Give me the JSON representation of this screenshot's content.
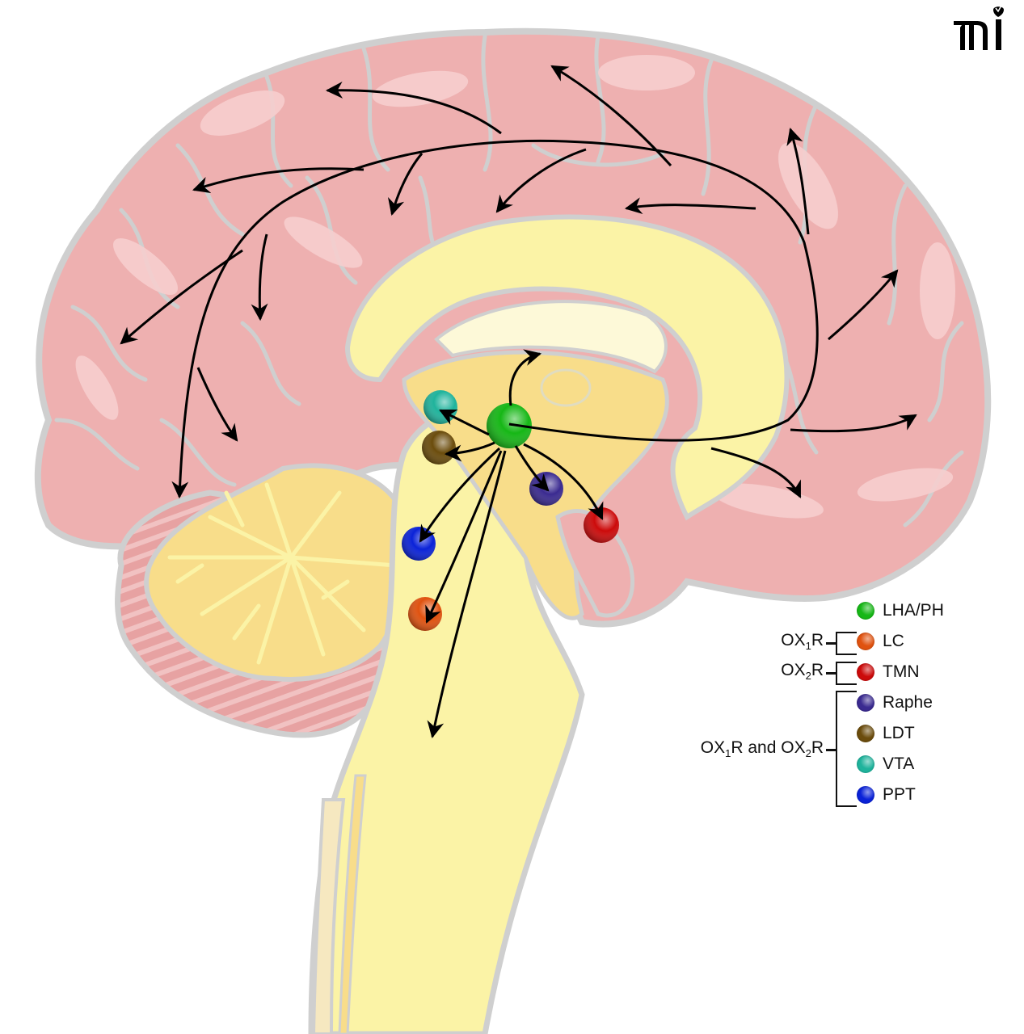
{
  "logo": {
    "text": "mi",
    "icon": "mi-logo-icon"
  },
  "colors": {
    "cortex": "#eeb0b0",
    "cortex_light": "#f6cfcf",
    "cortex_dark": "#e39a9a",
    "outline": "#cfcfcf",
    "white_matter": "#fbf3a6",
    "deep_yellow": "#f8dd8a",
    "arrow": "#000000"
  },
  "nuclei": [
    {
      "id": "LHA/PH",
      "label": "LHA/PH",
      "color": "#16b716",
      "role": "source"
    },
    {
      "id": "LC",
      "label": "LC",
      "color": "#e0520f",
      "role": "target"
    },
    {
      "id": "TMN",
      "label": "TMN",
      "color": "#cc0a0a",
      "role": "target"
    },
    {
      "id": "Raphe",
      "label": "Raphe",
      "color": "#3a2a90",
      "role": "target"
    },
    {
      "id": "LDT",
      "label": "LDT",
      "color": "#6b4c0c",
      "role": "target"
    },
    {
      "id": "VTA",
      "label": "VTA",
      "color": "#1fb39c",
      "role": "target"
    },
    {
      "id": "PPT",
      "label": "PPT",
      "color": "#0a22d8",
      "role": "target"
    }
  ],
  "legend": {
    "items": [
      "LHA/PH",
      "LC",
      "TMN",
      "Raphe",
      "LDT",
      "VTA",
      "PPT"
    ],
    "groups": [
      {
        "prefix": "OX",
        "sub1": "1",
        "suffix": "R",
        "members": [
          "LC"
        ]
      },
      {
        "prefix": "OX",
        "sub1": "2",
        "suffix": "R",
        "members": [
          "TMN"
        ]
      },
      {
        "prefix": "OX",
        "sub1": "1",
        "mid": "R and OX",
        "sub2": "2",
        "suffix": "R",
        "members": [
          "Raphe",
          "LDT",
          "VTA",
          "PPT"
        ]
      }
    ]
  },
  "projections": {
    "source": "LHA/PH",
    "to_nuclei": [
      "VTA",
      "LDT",
      "Raphe",
      "TMN",
      "PPT",
      "LC"
    ],
    "to_regions": [
      "cortex-frontal",
      "cortex-parietal",
      "cortex-occipital",
      "thalamus",
      "spinal-cord"
    ]
  }
}
